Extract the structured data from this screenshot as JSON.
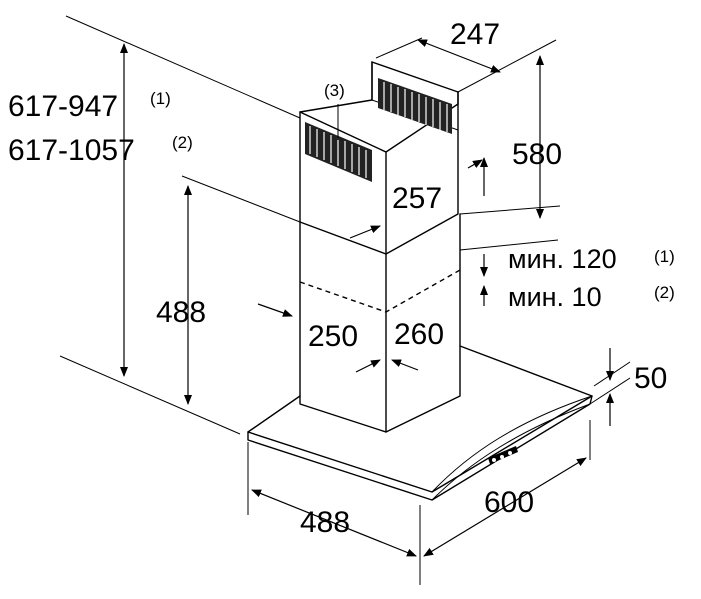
{
  "labels": {
    "height_range_1": "617-947",
    "height_range_1_note": "(1)",
    "height_range_2": "617-1057",
    "height_range_2_note": "(2)",
    "grille_note": "(3)",
    "chimney_depth_top": "247",
    "chimney_height_upper": "580",
    "chimney_width_upper": "257",
    "min_gap_1": "мин. 120",
    "min_gap_1_note": "(1)",
    "min_gap_2": "мин. 10",
    "min_gap_2_note": "(2)",
    "height_lower": "488",
    "chimney_width_lower": "250",
    "chimney_depth_lower": "260",
    "canopy_thickness": "50",
    "canopy_depth": "488",
    "canopy_width": "600"
  }
}
